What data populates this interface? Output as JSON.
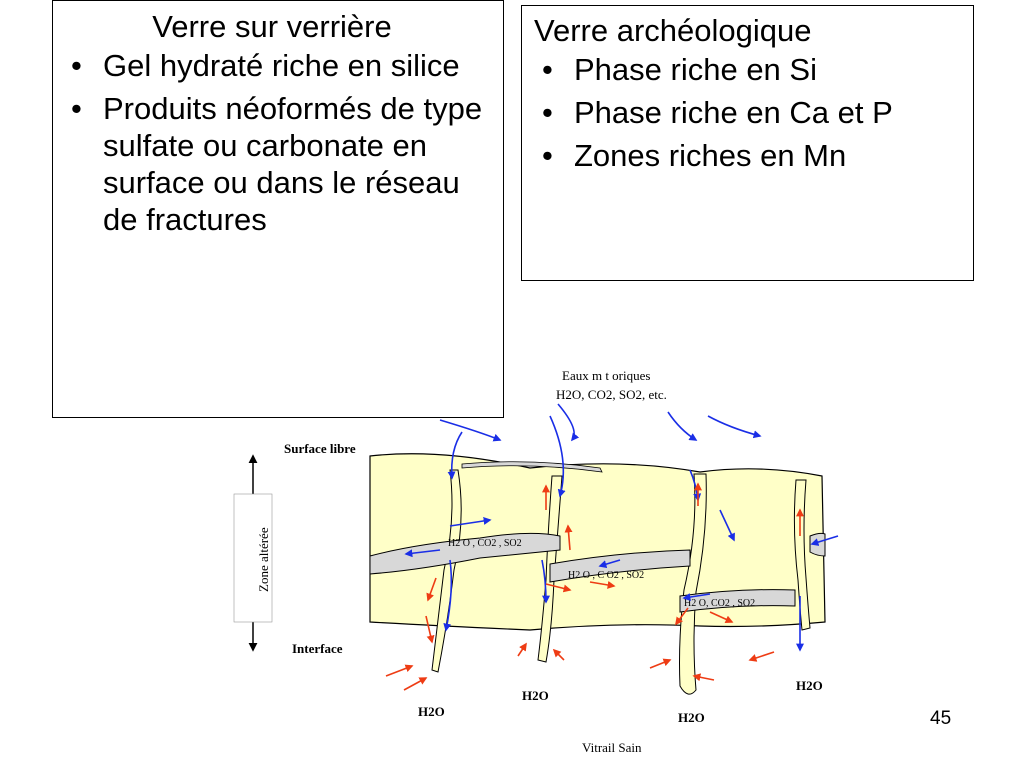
{
  "left_box": {
    "title": "Verre sur verrière",
    "items": [
      "Gel hydraté riche en silice",
      "Produits néoformés de type sulfate ou carbonate en surface ou dans le réseau de fractures"
    ]
  },
  "right_box": {
    "title": "Verre archéologique",
    "items": [
      "Phase riche en Si",
      "Phase riche en Ca et P",
      "Zones riches en Mn"
    ]
  },
  "bullet_char": "•",
  "diagram": {
    "top_label_1": "Eaux m  t  oriques",
    "top_label_2": "H2O, CO2, SO2, etc.",
    "surface_label": "Surface libre",
    "zone_label": "Zone altérée",
    "interface_label": "Interface",
    "bottom_label": "Vitrail Sain",
    "h2o_label": "H2O",
    "pocket_1": "H2 O ,  CO2 ,  SO2",
    "pocket_2": "H2 O , C O2 , SO2",
    "pocket_3": "H2 O,  CO2 ,  SO2",
    "colors": {
      "glass": "#ffffc8",
      "pocket": "#d8d8d8",
      "water_arrow": "#1a2ee6",
      "reaction_arrow": "#ee3c14"
    }
  },
  "page_number": "45"
}
